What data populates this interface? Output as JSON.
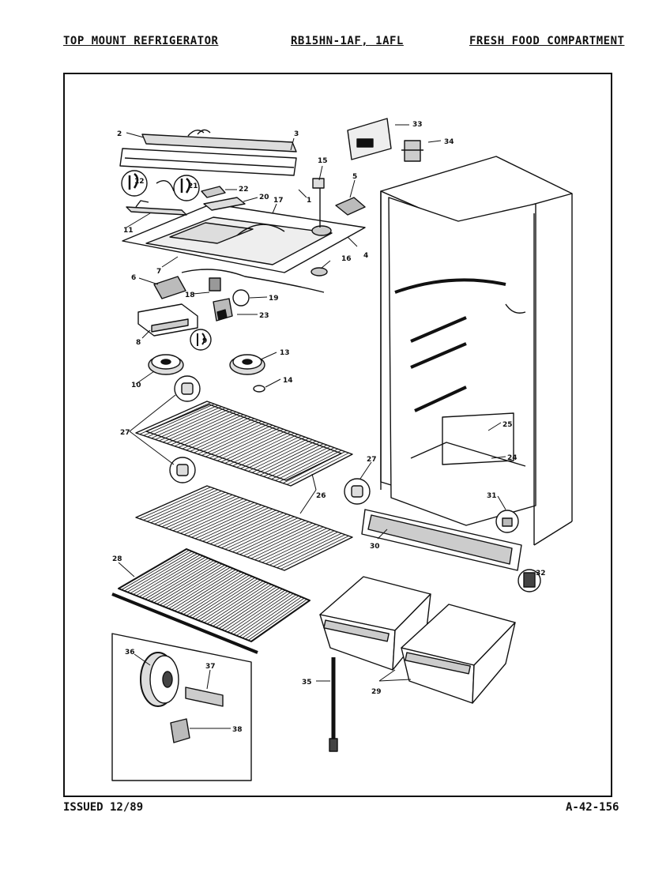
{
  "header": {
    "left": "TOP MOUNT REFRIGERATOR",
    "model": "RB15HN-1AF, 1AFL",
    "right": "FRESH FOOD COMPARTMENT"
  },
  "footer": {
    "issued": "ISSUED 12/89",
    "code": "A-42-156"
  },
  "parts": [
    {
      "id": "p2",
      "label": "2"
    },
    {
      "id": "p3",
      "label": "3"
    },
    {
      "id": "p15",
      "label": "15"
    },
    {
      "id": "p5",
      "label": "5"
    },
    {
      "id": "p33",
      "label": "33"
    },
    {
      "id": "p34",
      "label": "34"
    },
    {
      "id": "p12",
      "label": "12"
    },
    {
      "id": "p21",
      "label": "21"
    },
    {
      "id": "p22",
      "label": "22"
    },
    {
      "id": "p20",
      "label": "20"
    },
    {
      "id": "p1",
      "label": "1"
    },
    {
      "id": "p17",
      "label": "17"
    },
    {
      "id": "p11",
      "label": "11"
    },
    {
      "id": "p4",
      "label": "4"
    },
    {
      "id": "p16",
      "label": "16"
    },
    {
      "id": "p7",
      "label": "7"
    },
    {
      "id": "p6",
      "label": "6"
    },
    {
      "id": "p18",
      "label": "18"
    },
    {
      "id": "p19",
      "label": "19"
    },
    {
      "id": "p23",
      "label": "23"
    },
    {
      "id": "p8",
      "label": "8"
    },
    {
      "id": "p9",
      "label": "9"
    },
    {
      "id": "p13",
      "label": "13"
    },
    {
      "id": "p10",
      "label": "10"
    },
    {
      "id": "p14",
      "label": "14"
    },
    {
      "id": "p27a",
      "label": "27"
    },
    {
      "id": "p27b",
      "label": "27"
    },
    {
      "id": "p25",
      "label": "25"
    },
    {
      "id": "p24",
      "label": "24"
    },
    {
      "id": "p26",
      "label": "26"
    },
    {
      "id": "p31",
      "label": "31"
    },
    {
      "id": "p30",
      "label": "30"
    },
    {
      "id": "p32",
      "label": "32"
    },
    {
      "id": "p28",
      "label": "28"
    },
    {
      "id": "p36",
      "label": "36"
    },
    {
      "id": "p37",
      "label": "37"
    },
    {
      "id": "p38",
      "label": "38"
    },
    {
      "id": "p35",
      "label": "35"
    },
    {
      "id": "p29",
      "label": "29"
    }
  ]
}
